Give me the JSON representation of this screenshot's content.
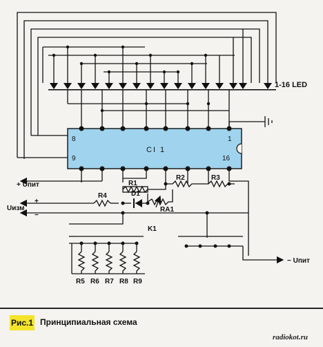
{
  "chip": {
    "name": "CI 1",
    "pin8": "8",
    "pin9": "9",
    "pin1": "1",
    "pin16": "16"
  },
  "leds": {
    "label": "1-16 LED"
  },
  "terminals": {
    "plus_supply": "+ Uпит",
    "u_meas": "Uизм",
    "plus": "+",
    "minus": "−",
    "minus_supply": "− Uпит"
  },
  "components": {
    "r1": "R1",
    "r2": "R2",
    "r3": "R3",
    "r4": "R4",
    "d1": "D1",
    "ra1": "RA1",
    "k1": "K1"
  },
  "bank": [
    "R5",
    "R6",
    "R7",
    "R8",
    "R9"
  ],
  "caption": {
    "figure": "Рис.1",
    "text": "Принципиальная схема"
  },
  "site": "radiokot.ru"
}
